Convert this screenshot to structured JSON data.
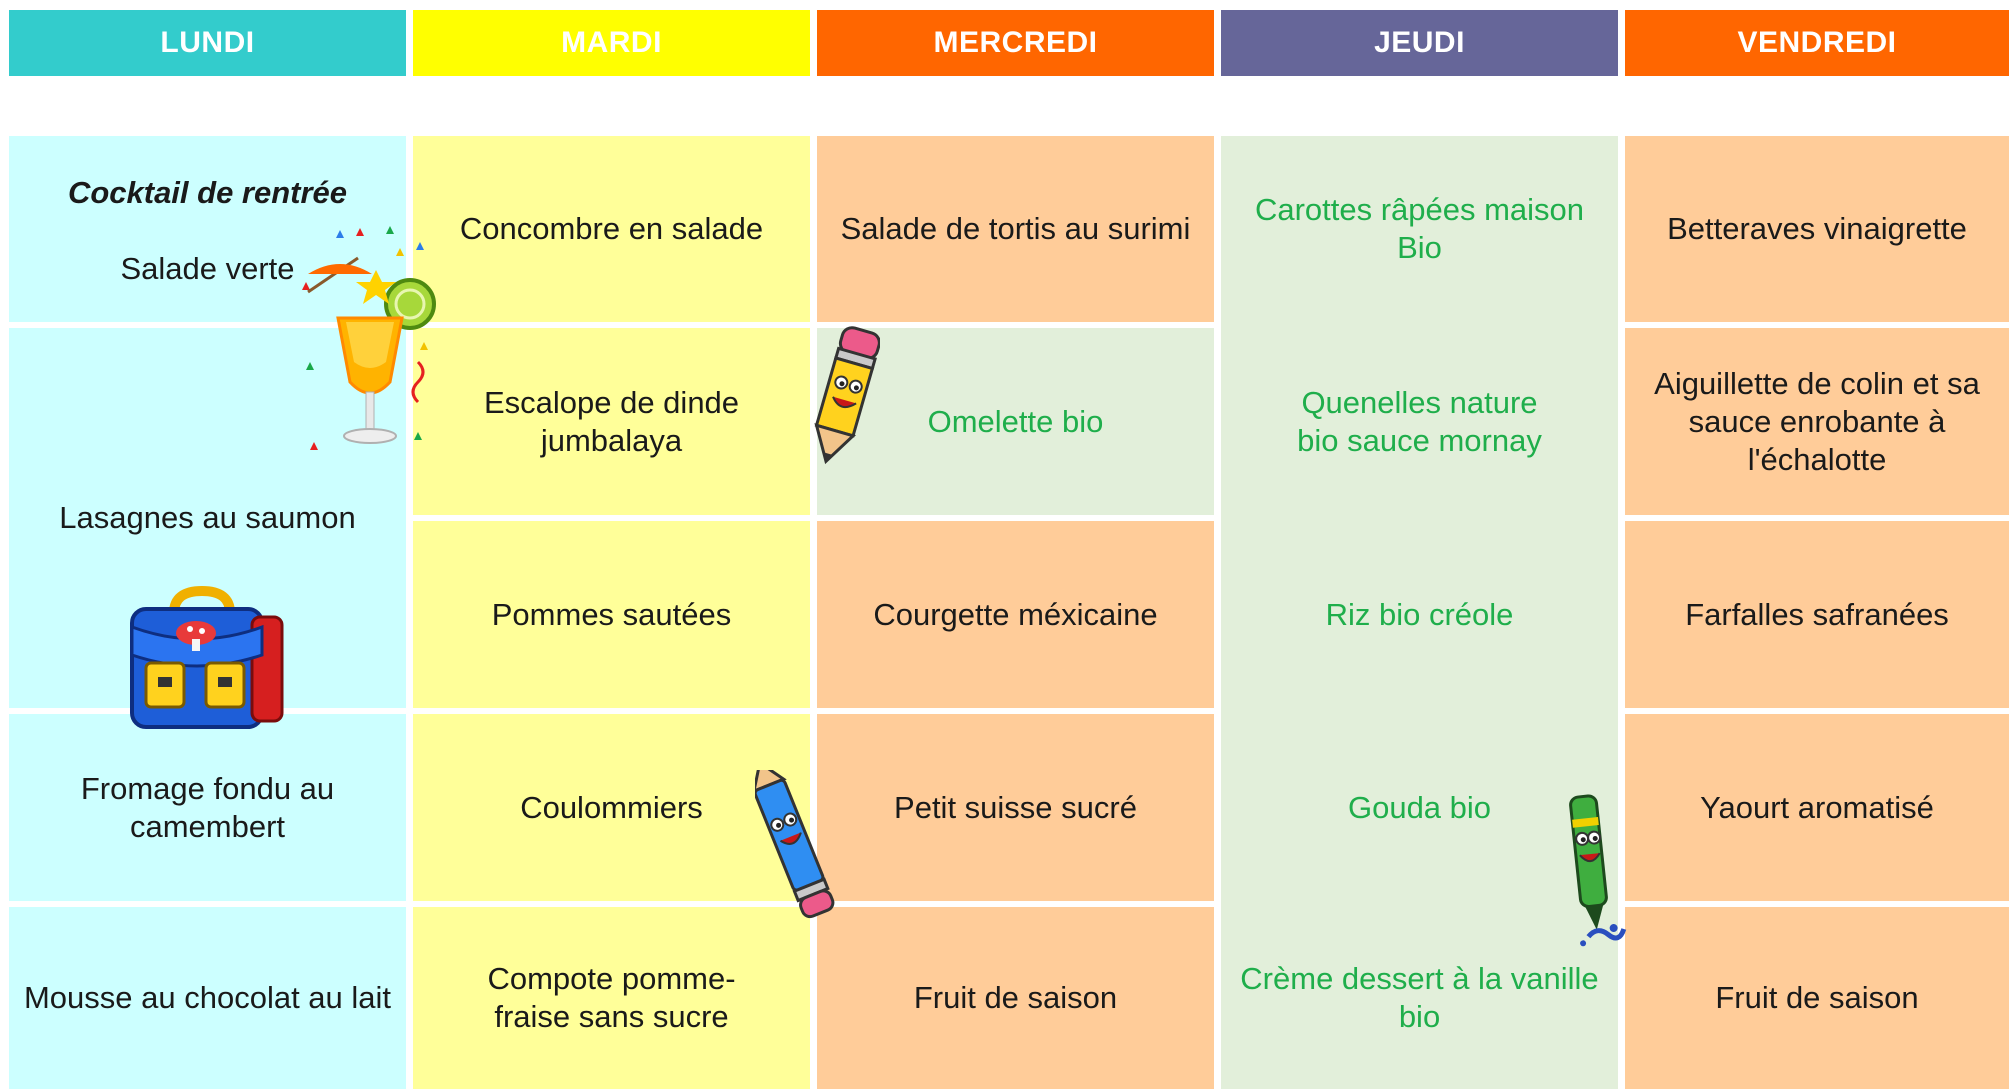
{
  "colors": {
    "lundi_header": "#33cccc",
    "mardi_header": "#ffff00",
    "mercredi_header": "#ff6600",
    "jeudi_header": "#666699",
    "vendredi_header": "#ff6600",
    "lundi_cell": "#ccffff",
    "mardi_cell": "#ffff99",
    "orange_cell": "#ffcc99",
    "green_cell": "#e2efda",
    "bio_text": "#1fae4b"
  },
  "days": [
    {
      "label": "LUNDI"
    },
    {
      "label": "MARDI"
    },
    {
      "label": "MERCREDI"
    },
    {
      "label": "JEUDI"
    },
    {
      "label": "VENDREDI"
    }
  ],
  "menu": {
    "lundi": {
      "special": "Cocktail de rentrée",
      "entree": "Salade verte",
      "plat": "Lasagnes au saumon",
      "fromage": "Fromage fondu au camembert",
      "dessert": "Mousse au chocolat au lait"
    },
    "mardi": {
      "entree": "Concombre en salade",
      "plat": "Escalope de dinde jumbalaya",
      "accompagnement": "Pommes sautées",
      "fromage": "Coulommiers",
      "dessert": "Compote pomme-fraise sans sucre"
    },
    "mercredi": {
      "entree": "Salade de tortis au surimi",
      "plat": "Omelette bio",
      "accompagnement": "Courgette méxicaine",
      "fromage": "Petit suisse sucré",
      "dessert": "Fruit de saison"
    },
    "jeudi": {
      "entree": "Carottes râpées maison Bio",
      "plat": "Quenelles nature bio sauce mornay",
      "accompagnement": "Riz bio créole",
      "fromage": "Gouda bio",
      "dessert": "Crème dessert à la vanille bio"
    },
    "vendredi": {
      "entree": "Betteraves vinaigrette",
      "plat": "Aiguillette de colin et sa sauce enrobante à l'échalotte",
      "accompagnement": "Farfalles safranées",
      "fromage": "Yaourt aromatisé",
      "dessert": "Fruit de saison"
    }
  },
  "decorations": [
    "cocktail-glass-icon",
    "schoolbag-icon",
    "pencil-character-icon",
    "blue-pencil-character-icon",
    "green-pen-character-icon"
  ]
}
